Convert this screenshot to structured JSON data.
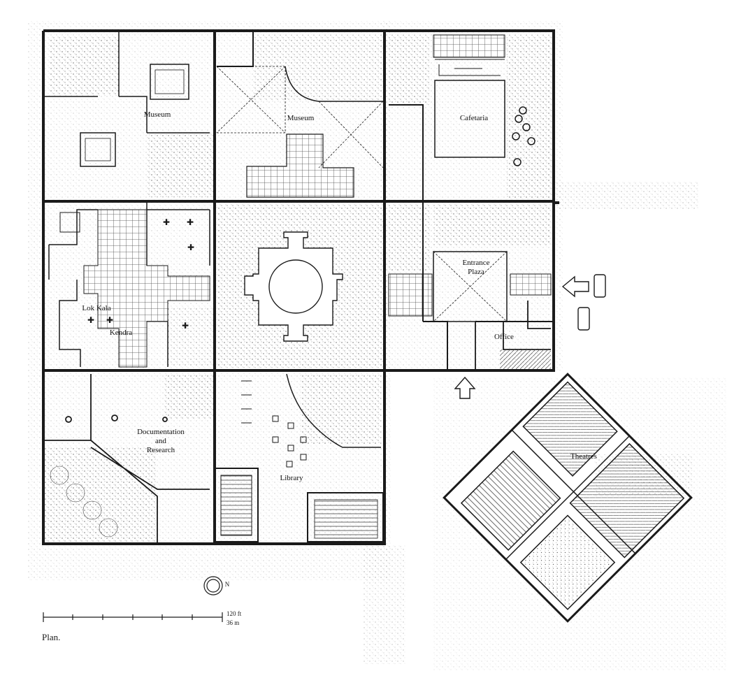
{
  "rooms": {
    "museum_west": "Museum",
    "museum_center": "Museum",
    "cafeteria": "Cafetaria",
    "entrance_plaza": "Entrance\nPlaza",
    "lok_kala_kendra_1": "Lok Kala",
    "lok_kala_kendra_2": "Kendra",
    "office": "Office",
    "documentation": "Documentation\nand\nResearch",
    "library": "Library",
    "theatres": "Theatres"
  },
  "north": "N",
  "scale": {
    "ft": "120 ft",
    "m": "36 m"
  },
  "caption": "Plan.",
  "colors": {
    "ink": "#1a1a1a",
    "paper": "#ffffff"
  }
}
